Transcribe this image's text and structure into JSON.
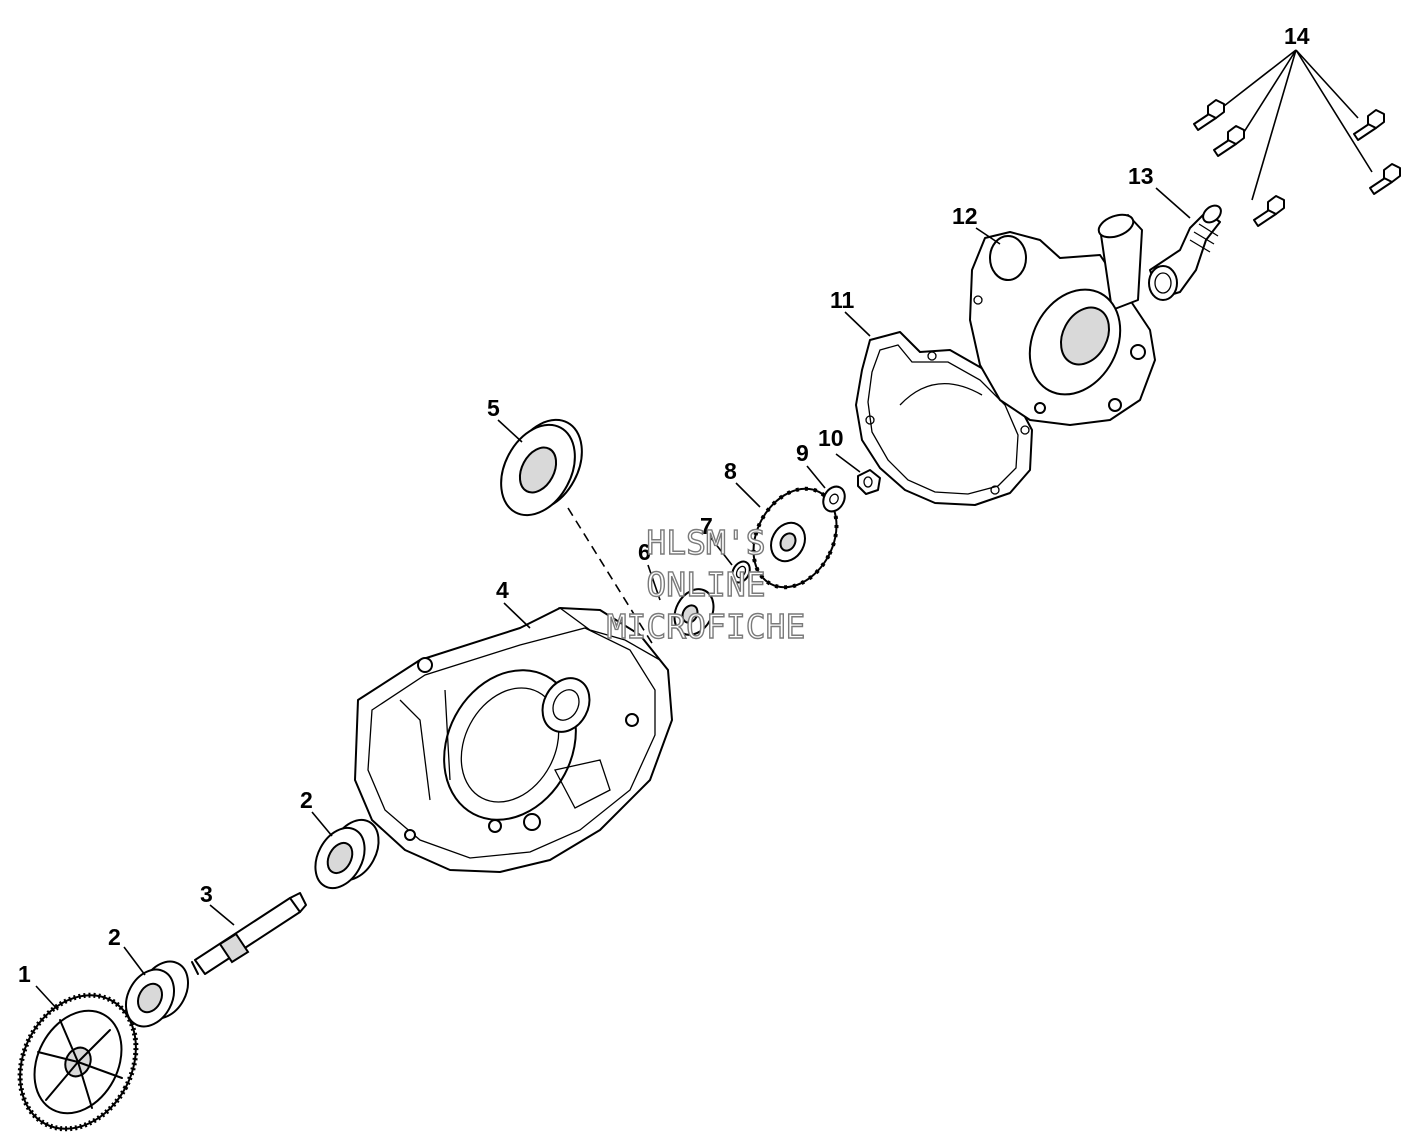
{
  "callouts": {
    "c1": "1",
    "c2a": "2",
    "c2b": "2",
    "c3": "3",
    "c4": "4",
    "c5": "5",
    "c6": "6",
    "c7": "7",
    "c8": "8",
    "c9": "9",
    "c10": "10",
    "c11": "11",
    "c12": "12",
    "c13": "13",
    "c14": "14"
  },
  "watermark": {
    "line1": "HLSM'S",
    "line2": "ONLINE",
    "line3": "MICROFICHE"
  }
}
